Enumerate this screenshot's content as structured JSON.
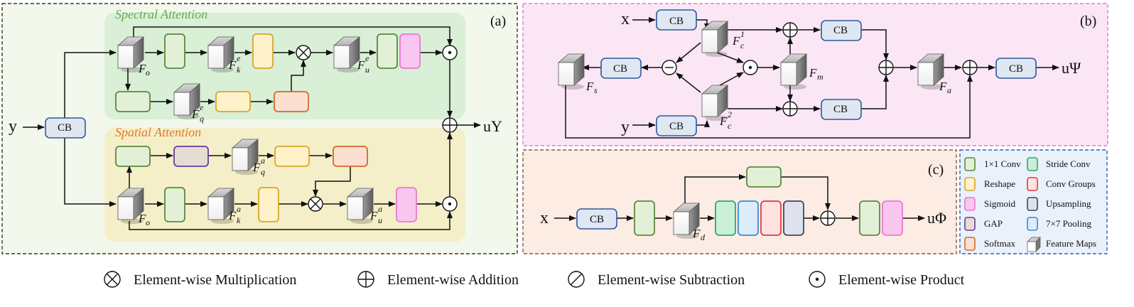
{
  "panels": {
    "a": {
      "label": "(a)",
      "spectral_title": "Spectral Attention",
      "spatial_title": "Spatial Attention"
    },
    "b": {
      "label": "(b)"
    },
    "c": {
      "label": "(c)"
    }
  },
  "vars": {
    "y": "y",
    "x": "x",
    "cb": "CB",
    "u_upsilon": "uΥ",
    "u_psi": "uΨ",
    "u_phi": "uΦ",
    "Fo": "F",
    "Fo_sub": "o",
    "Fk": "F",
    "Fk_sub": "k",
    "Fk_sup_e": "e",
    "Fk_sup_a": "a",
    "Fu": "F",
    "Fu_sub": "u",
    "Fu_sup_e": "e",
    "Fu_sup_a": "a",
    "Fq": "F",
    "Fq_sub": "q",
    "Fq_sup_e": "e",
    "Fq_sup_a": "a",
    "Fc": "F",
    "Fc_sub": "c",
    "Fc_sup_1": "1",
    "Fc_sup_2": "2",
    "Fs": "F",
    "Fs_sub": "s",
    "Fm": "F",
    "Fm_sub": "m",
    "Fa": "F",
    "Fa_sub": "a",
    "Fd": "F",
    "Fd_sub": "d"
  },
  "legend": {
    "items": [
      {
        "label": "1×1 Conv",
        "color": "#5a8a3c",
        "fill": "#e3f0d8"
      },
      {
        "label": "Stride Conv",
        "color": "#2fa866",
        "fill": "#c9efd9"
      },
      {
        "label": "Reshape",
        "color": "#d8a72a",
        "fill": "#fff1c9"
      },
      {
        "label": "Conv Groups",
        "color": "#e23a3a",
        "fill": "#ffe3e3"
      },
      {
        "label": "Sigmoid",
        "color": "#e97bd0",
        "fill": "#f9c6ef"
      },
      {
        "label": "Upsampling",
        "color": "#3b4766",
        "fill": "#dfe2ea"
      },
      {
        "label": "GAP",
        "color": "#6a3a9a",
        "fill": "#e6dcd3"
      },
      {
        "label": "7×7 Pooling",
        "color": "#3a8ad8",
        "fill": "#dcecfa"
      },
      {
        "label": "Softmax",
        "color": "#d26a2a",
        "fill": "#fbe0d2"
      },
      {
        "label": "Feature Maps",
        "color": "#888888",
        "fill": "#ffffff"
      }
    ]
  },
  "ops": [
    {
      "symbol": "⊗",
      "label": "Element-wise Multiplication"
    },
    {
      "symbol": "⊕",
      "label": "Element-wise Addition"
    },
    {
      "symbol": "⊘",
      "label": "Element-wise Subtraction"
    },
    {
      "symbol": "⊙",
      "label": "Element-wise Product"
    }
  ],
  "colors": {
    "panel_a_bg": "#f3f8ec",
    "spectral_bg": "#d9efd6",
    "spatial_bg": "#f4efc8",
    "spectral_title": "#6aa84f",
    "spatial_title": "#e07b2a",
    "panel_b_bg": "#fbe6f5",
    "panel_b_border": "#e07bc9",
    "panel_c_bg": "#fcece4",
    "panel_c_border": "#8a5a3a",
    "legend_bg": "#eaf1fb",
    "legend_border": "#2a64b8",
    "cb_fill": "#dfe7f2",
    "cb_stroke": "#2e5a9a"
  }
}
